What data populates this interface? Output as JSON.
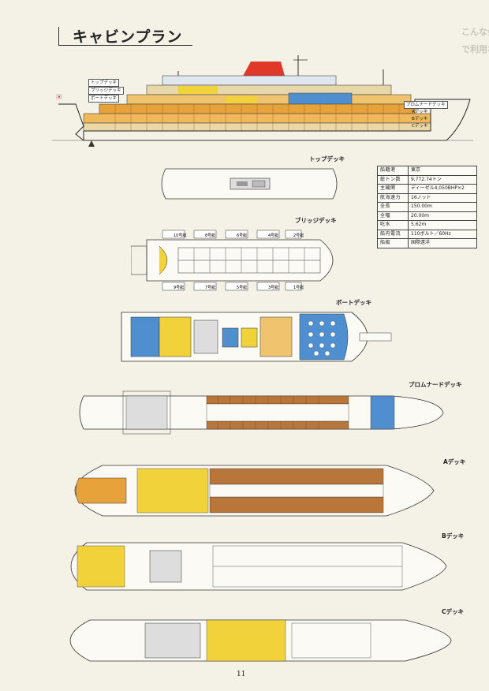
{
  "page": {
    "title": "キャビンプラン",
    "page_number": "11",
    "ghost_text": [
      "こんな会場に",
      "で利用なさい"
    ]
  },
  "profile": {
    "left_labels": [
      "トップデッキ",
      "ブリッジデッキ",
      "ボートデッキ"
    ],
    "right_labels": [
      "プロムナードデッキ",
      "Aデッキ",
      "Bデッキ",
      "Cデッキ"
    ]
  },
  "decks": {
    "top": "トップデッキ",
    "bridge": "ブリッジデッキ",
    "boat": "ボートデッキ",
    "promenade": "プロムナードデッキ",
    "a": "Aデッキ",
    "b": "Bデッキ",
    "c": "Cデッキ"
  },
  "boats": {
    "upper": [
      "10号艇",
      "8号艇",
      "6号艇",
      "4号艇",
      "2号艇"
    ],
    "lower": [
      "9号艇",
      "7号艇",
      "5号艇",
      "3号艇",
      "1号艇"
    ]
  },
  "specs": [
    {
      "label": "船籍港",
      "value": "東京"
    },
    {
      "label": "総トン数",
      "value": "9,772.74トン"
    },
    {
      "label": "主機関",
      "value": "ディーゼル4,050BHP×2"
    },
    {
      "label": "航海速力",
      "value": "16ノット"
    },
    {
      "label": "全長",
      "value": "150.00m"
    },
    {
      "label": "全幅",
      "value": "20.00m"
    },
    {
      "label": "吃水",
      "value": "5.62m"
    },
    {
      "label": "船内電流",
      "value": "110ボルト／60Hz"
    },
    {
      "label": "船級",
      "value": "国際遠洋"
    }
  ],
  "colors": {
    "orange": "#e8a23a",
    "yellow": "#f2d23a",
    "blue": "#4f8fd0",
    "red": "#e0392a",
    "brown": "#b8763a"
  }
}
